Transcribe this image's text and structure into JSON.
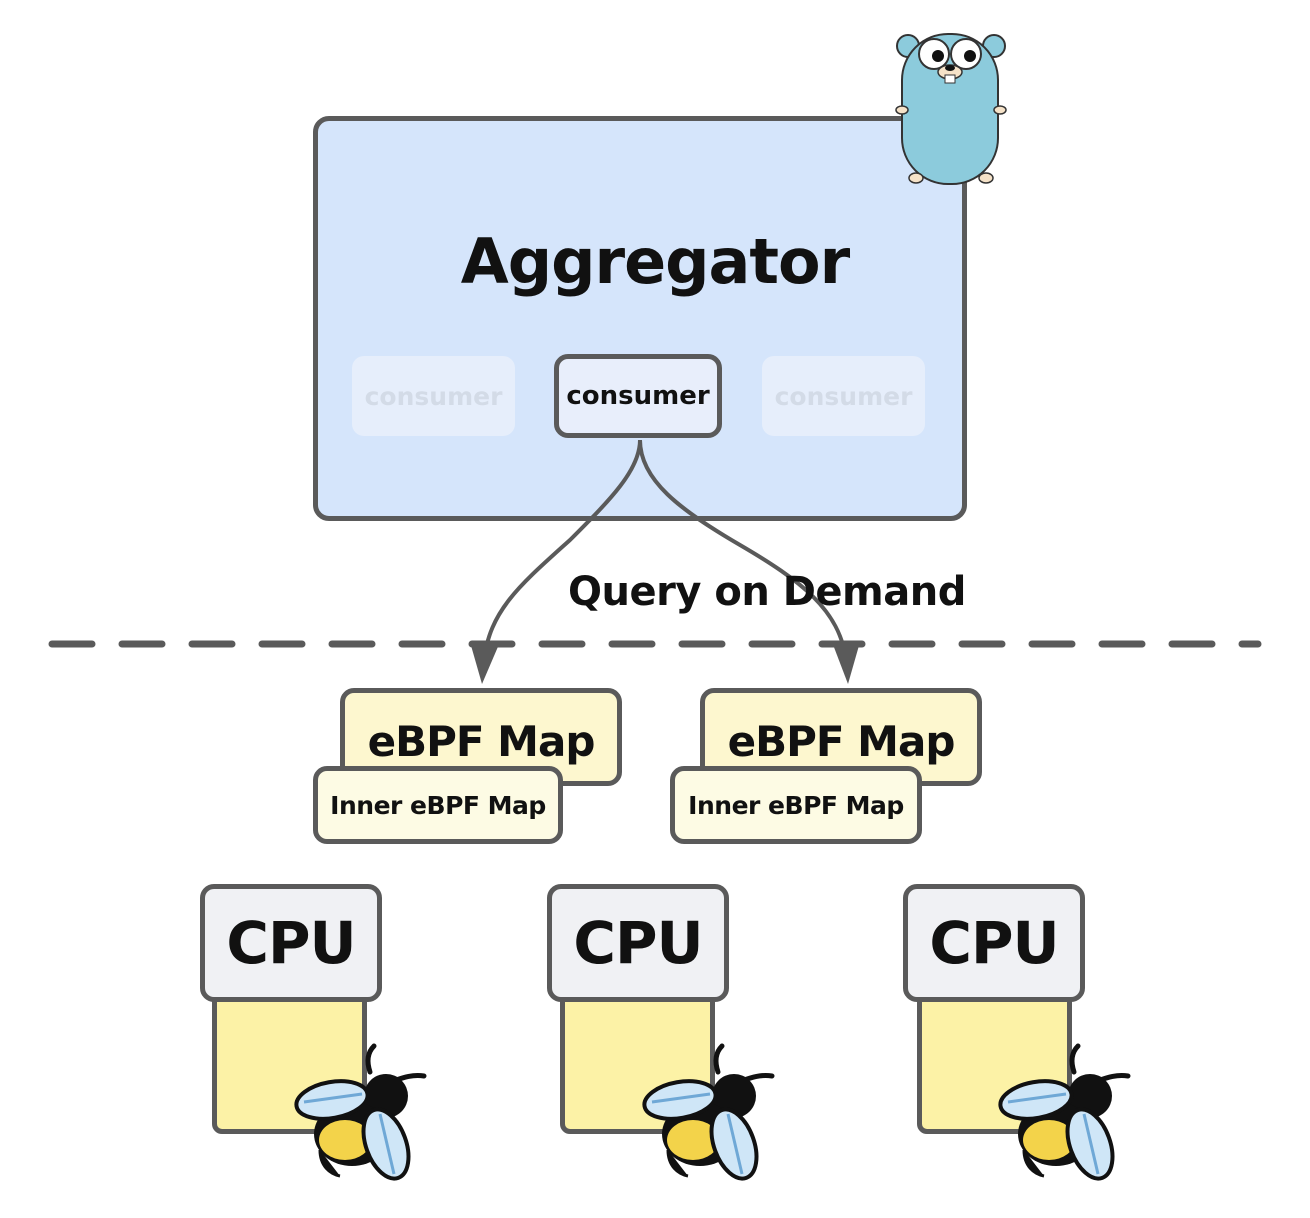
{
  "aggregator": {
    "title": "Aggregator",
    "ghost_consumer_left": "consumer",
    "consumer": "consumer",
    "ghost_consumer_right": "consumer"
  },
  "query_label": "Query on Demand",
  "maps": [
    {
      "label": "eBPF Map",
      "inner_label": "Inner eBPF Map"
    },
    {
      "label": "eBPF Map",
      "inner_label": "Inner eBPF Map"
    }
  ],
  "cpus": [
    {
      "label": "CPU"
    },
    {
      "label": "CPU"
    },
    {
      "label": "CPU"
    }
  ],
  "colors": {
    "aggregator_fill": "#d5e5fb",
    "map_fill": "#fdf7cf",
    "cpu_fill": "#f0f1f4",
    "cpu_base_fill": "#fcf2a6",
    "gopher_blue": "#8ccbdc",
    "outline": "#5a5a5a"
  },
  "icons": {
    "mascot": "go-gopher-icon",
    "cpu_badge": "bee-icon"
  }
}
